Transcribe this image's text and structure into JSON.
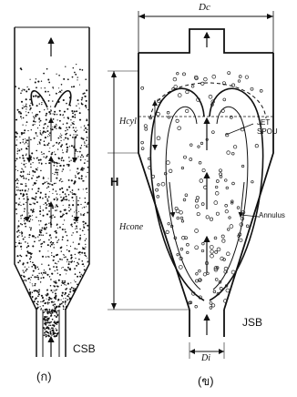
{
  "left_figure": {
    "label": "CSB",
    "caption": "(ก)"
  },
  "right_figure": {
    "label": "JSB",
    "caption": "(ข)",
    "dimension_labels": {
      "top_diameter": "Dc",
      "inlet_diameter": "Di",
      "total_height": "H",
      "cylinder_height": "Hcyl",
      "cone_height": "Hcone"
    },
    "annotations": {
      "jet": "JET",
      "spout": "SPOU",
      "annulus": "Annulus"
    }
  }
}
